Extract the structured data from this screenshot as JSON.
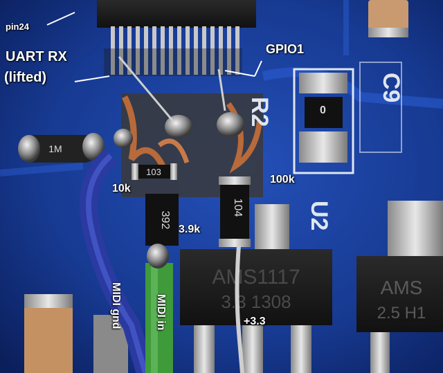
{
  "labels": {
    "pin24": "pin24",
    "uart_rx": "UART RX",
    "lifted": "(lifted)",
    "gpio1": "GPIO1",
    "r10k": "10k",
    "r100k": "100k",
    "r3_9k": "3.9k",
    "midi_gnd": "MIDI gnd",
    "midi_in": "MIDI in",
    "plus_3_3": "+3.3"
  },
  "silkscreen": {
    "r2": "R2",
    "c9": "C9",
    "u2": "U2"
  },
  "component_markings": {
    "resistor_top": "1M",
    "resistor_10k": "103",
    "resistor_3_9k": "392",
    "resistor_100k": "104",
    "resistor_zero": "0",
    "ams_left_1": "AMS1117",
    "ams_left_2": "3.3 1308",
    "ams_right_1": "AMS",
    "ams_right_2": "2.5 H1"
  },
  "colors": {
    "pcb": "#1a3f9c",
    "pcb_dark": "#0c2466",
    "chip": "#1c1c1c",
    "solder": "#b9b9b9",
    "copper": "#b86a3a",
    "wire_blue": "#2f3fa8",
    "wire_green": "#3f9a3a"
  }
}
